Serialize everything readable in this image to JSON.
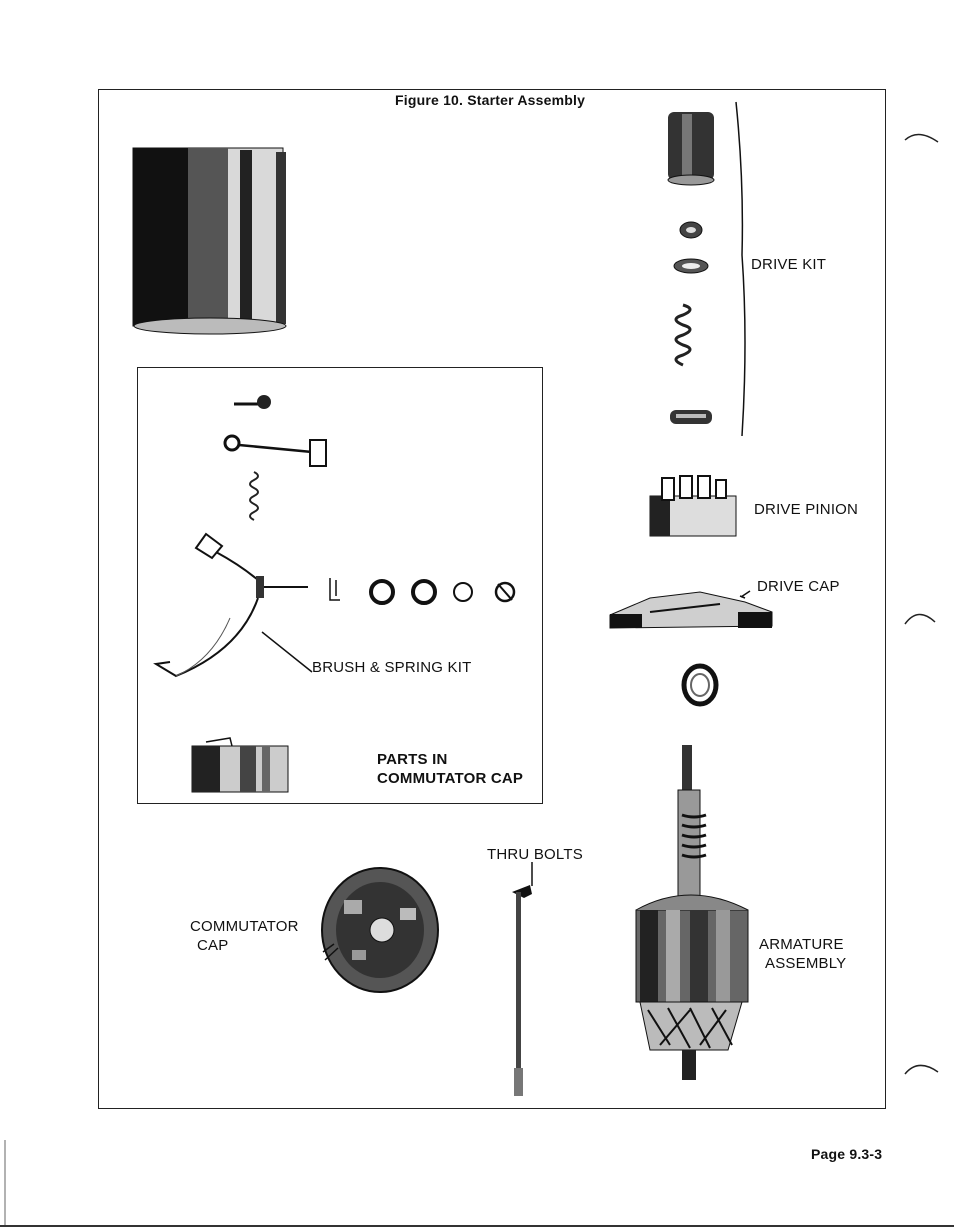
{
  "figure": {
    "title": "Figure 10. Starter Assembly"
  },
  "labels": {
    "drive_kit": "DRIVE KIT",
    "drive_pinion": "DRIVE PINION",
    "drive_cap": "DRIVE CAP",
    "brush_spring_kit": "BRUSH & SPRING KIT",
    "parts_in_line1": "PARTS IN",
    "parts_in_line2": "COMMUTATOR CAP",
    "thru_bolts": "THRU BOLTS",
    "commutator_cap_line1": "COMMUTATOR",
    "commutator_cap_line2": "CAP",
    "armature_line1": "ARMATURE",
    "armature_line2": "ASSEMBLY"
  },
  "footer": {
    "page_number": "Page  9.3-3"
  }
}
